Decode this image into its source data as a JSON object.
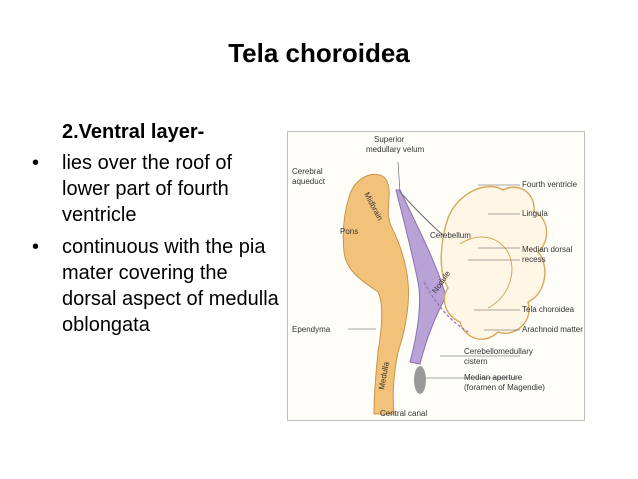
{
  "slide": {
    "title": "Tela choroidea",
    "subheading": "2.Ventral layer-",
    "bullets": [
      "lies over the roof of lower part of fourth ventricle",
      "continuous with the pia mater covering the dorsal aspect of medulla oblongata"
    ]
  },
  "figure": {
    "labels": {
      "superior_medullary_velum": [
        "Superior",
        "medullary velum"
      ],
      "cerebral_aqueduct": [
        "Cerebral",
        "aqueduct"
      ],
      "midbrain": "Midbrain",
      "fourth_ventricle": "Fourth ventricle",
      "lingula": "Lingula",
      "pons": "Pons",
      "cerebellum": "Cerebellum",
      "median_dorsal_recess": [
        "Median dorsal",
        "recess"
      ],
      "nodule": "Nodule",
      "tela_choroidea": "Tela choroidea",
      "ependyma": "Ependyma",
      "arachnoid_matter": "Arachnoid matter",
      "medulla": "Medulla",
      "cerebellomedullary_cistern": [
        "Cerebellomedullary",
        "cistern"
      ],
      "median_aperture": [
        "Median aperture",
        "(foramen of Magendie)"
      ],
      "central_canal": "Central canal"
    },
    "colors": {
      "brainstem": "#f2c27a",
      "ventricle": "#b9a3d6",
      "cerebellum_outline": "#d9a65a",
      "label_text": "#333333"
    }
  }
}
